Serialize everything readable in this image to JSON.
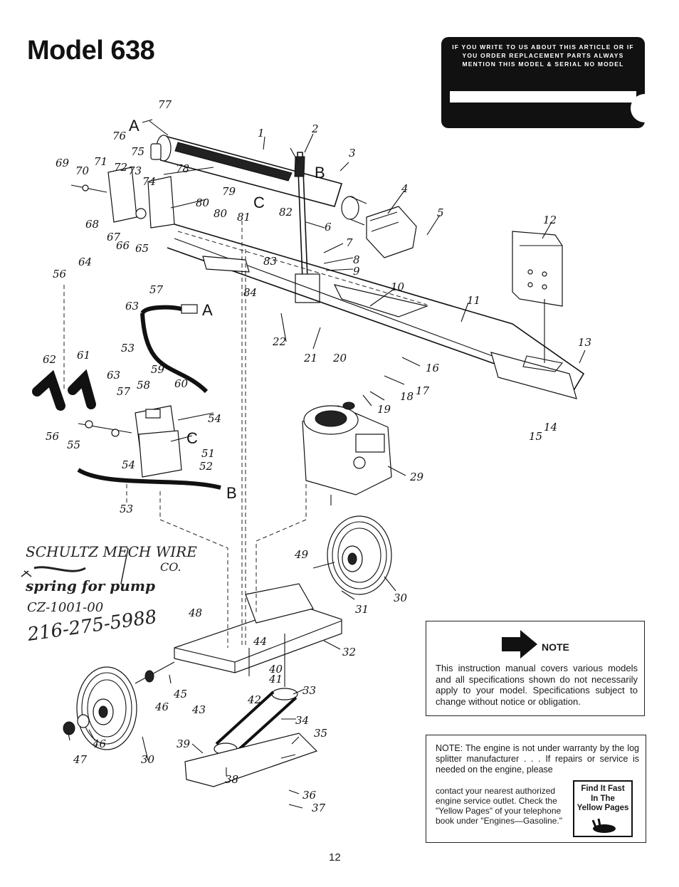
{
  "page": {
    "title": "Model 638",
    "page_number": "12"
  },
  "model_box": {
    "notice": "IF YOU WRITE TO US ABOUT THIS ARTICLE OR IF YOU ORDER REPLACEMENT PARTS ALWAYS MENTION THIS MODEL & SERIAL NO MODEL"
  },
  "diagram": {
    "part_numbers": [
      "1",
      "2",
      "3",
      "4",
      "5",
      "6",
      "7",
      "8",
      "9",
      "10",
      "11",
      "12",
      "13",
      "14",
      "15",
      "16",
      "17",
      "18",
      "19",
      "20",
      "21",
      "22",
      "29",
      "30",
      "30",
      "31",
      "32",
      "33",
      "34",
      "35",
      "36",
      "37",
      "38",
      "39",
      "40",
      "41",
      "42",
      "43",
      "44",
      "45",
      "46",
      "46",
      "47",
      "48",
      "49",
      "51",
      "52",
      "53",
      "53",
      "54",
      "54",
      "55",
      "56",
      "56",
      "57",
      "57",
      "58",
      "59",
      "60",
      "61",
      "62",
      "63",
      "63",
      "64",
      "65",
      "66",
      "67",
      "68",
      "69",
      "70",
      "71",
      "72",
      "73",
      "74",
      "75",
      "76",
      "77",
      "78",
      "79",
      "80",
      "80",
      "81",
      "82",
      "83",
      "84"
    ],
    "reference_letters": [
      "A",
      "A",
      "B",
      "B",
      "C",
      "C"
    ]
  },
  "handwriting": {
    "line1": "SCHULTZ MECH WIRE",
    "line2": "CO.",
    "line3": "spring for pump",
    "line4": "CZ-1001-00",
    "line5": "216-275-5988"
  },
  "note_box": {
    "heading": "NOTE",
    "body": "This instruction manual covers various models and all specifications shown do not necessarily apply to your model. Specifications subject to change without notice or obligation."
  },
  "engine_box": {
    "top_text": "NOTE: The engine is not under warranty by the log splitter manufacturer . . . If repairs or service is needed on the engine, please",
    "bottom_text": "contact your nearest authorized engine service outlet. Check the \"Yellow Pages\" of your telephone book under \"Engines—Gasoline.\"",
    "badge_line1": "Find It Fast",
    "badge_line2": "In The",
    "badge_line3": "Yellow Pages"
  }
}
